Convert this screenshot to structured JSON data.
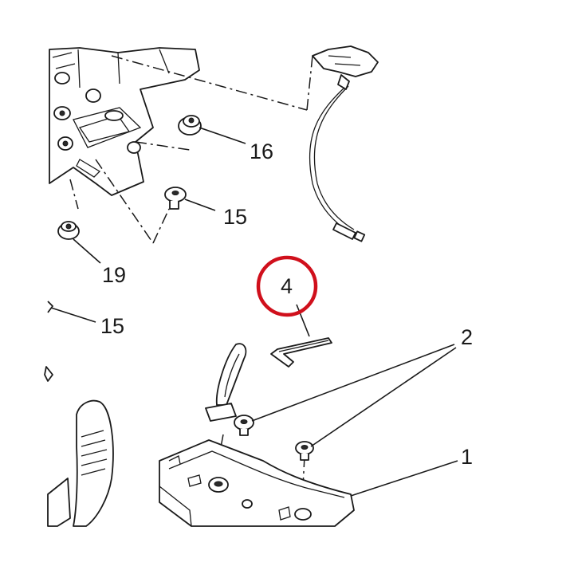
{
  "callouts": {
    "c16": "16",
    "c15_top": "15",
    "c19": "19",
    "c4": "4",
    "c15_left": "15",
    "c2": "2",
    "c1": "1"
  },
  "highlight": {
    "callout": "4",
    "color": "#d0101c"
  }
}
